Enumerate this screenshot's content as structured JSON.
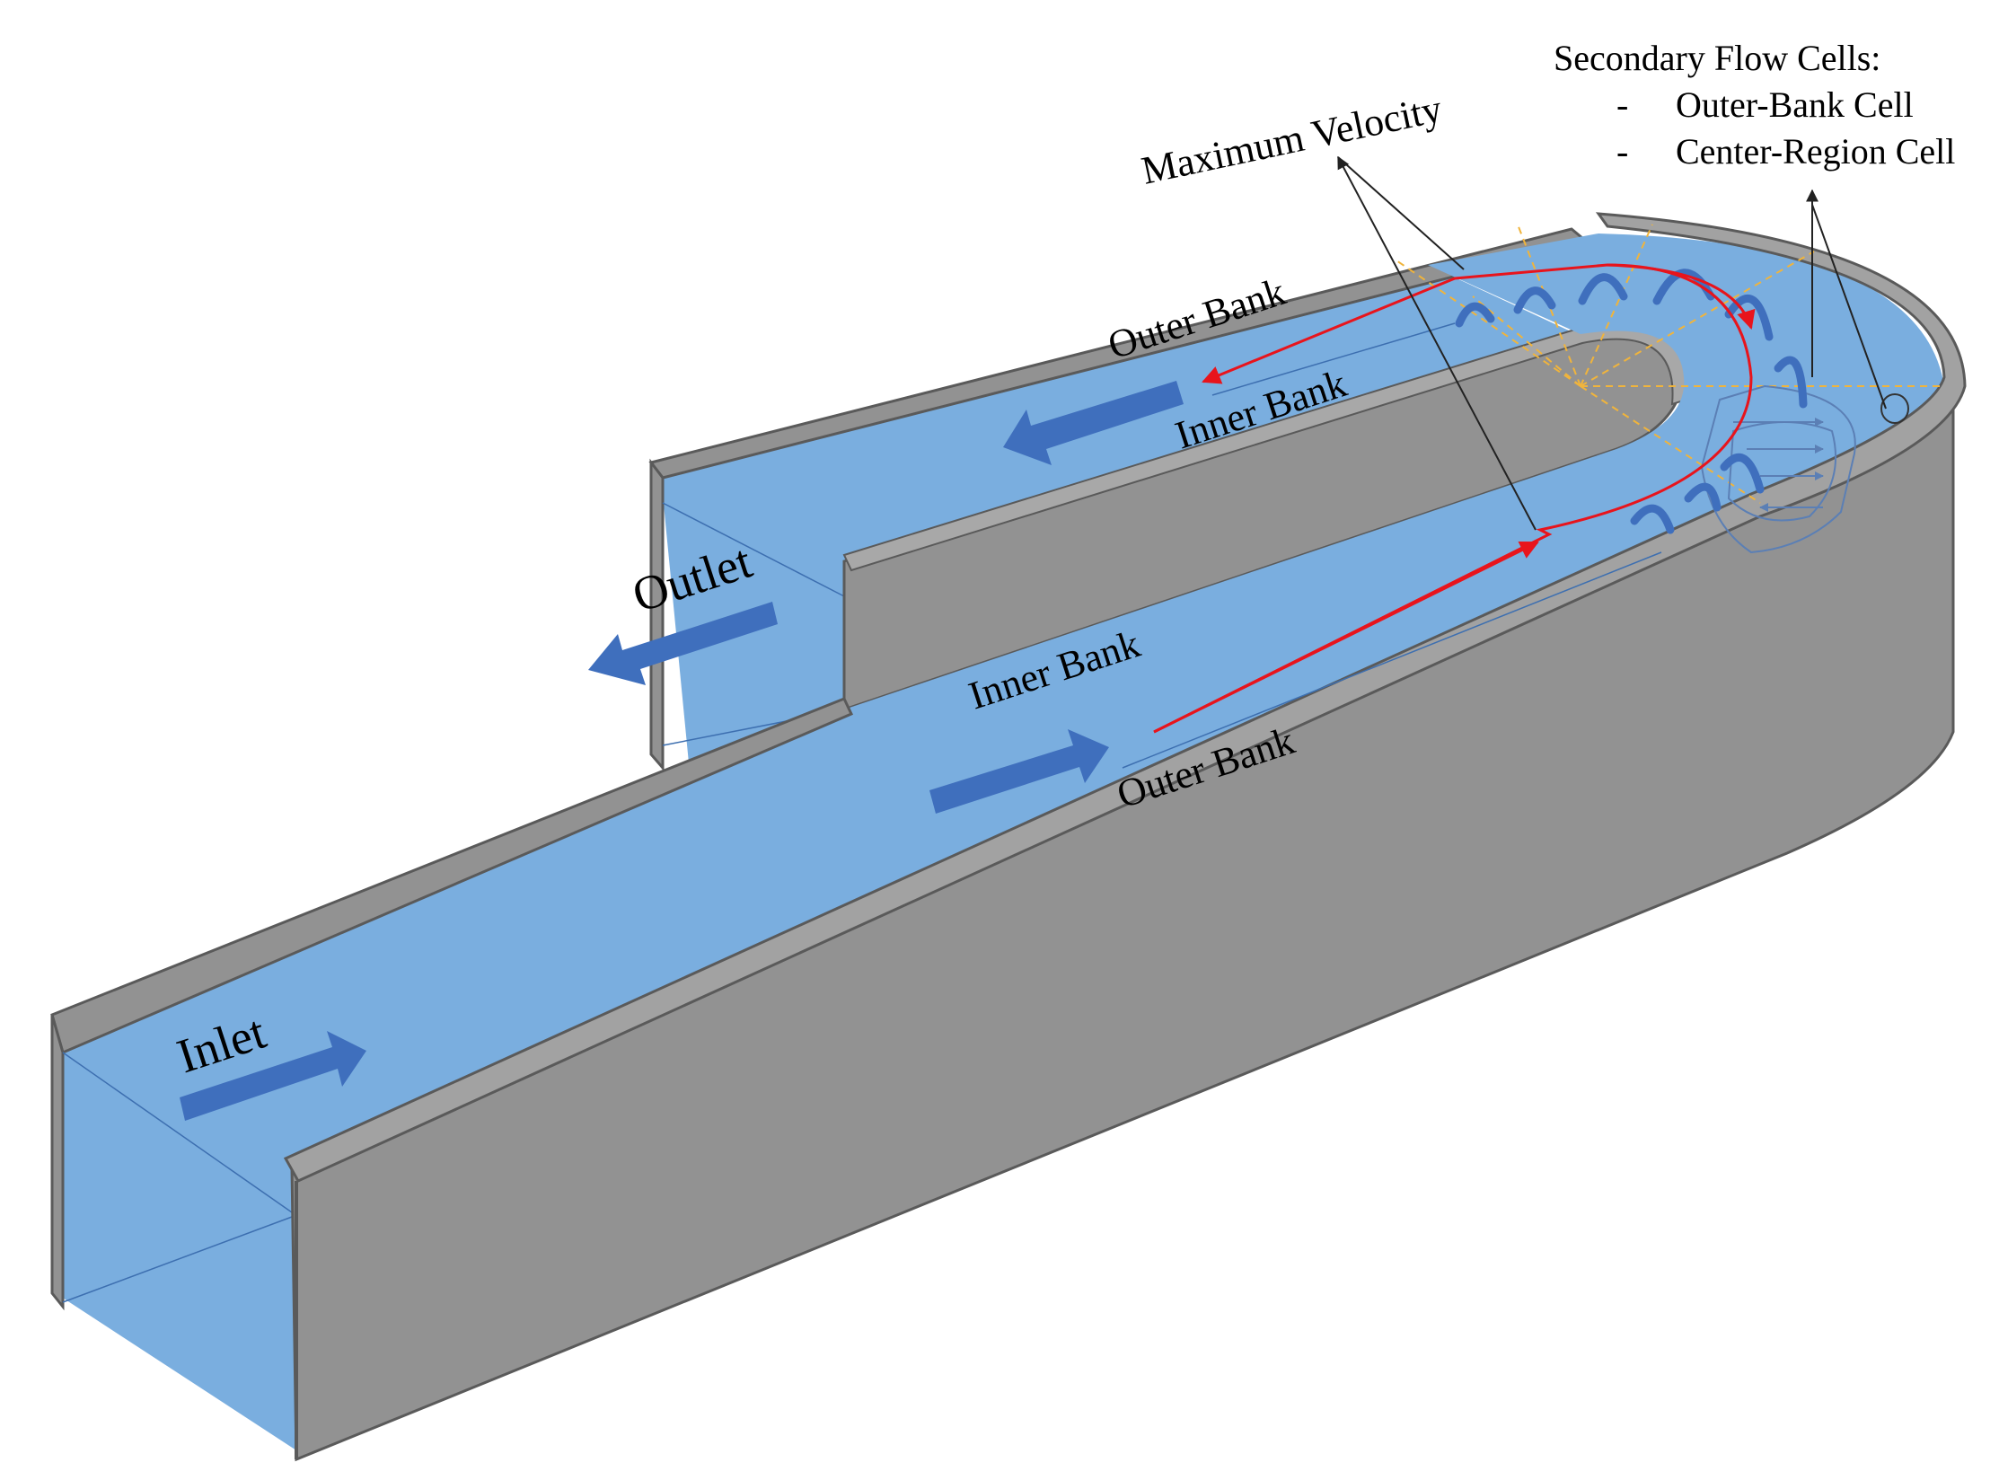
{
  "labels": {
    "inlet": "Inlet",
    "outlet": "Outlet",
    "inner_bank_top": "Inner Bank",
    "outer_bank_top": "Outer Bank",
    "inner_bank_mid": "Inner Bank",
    "outer_bank_mid": "Outer Bank",
    "maximum_velocity": "Maximum Velocity"
  },
  "legend": {
    "title": "Secondary Flow Cells:",
    "items": [
      {
        "bullet": "-",
        "label": "Outer-Bank Cell"
      },
      {
        "bullet": "-",
        "label": "Center-Region Cell"
      }
    ]
  },
  "colors": {
    "water": "#7aaedf",
    "wall": "#929292",
    "wall_edge": "#5a5a5a",
    "flow_arrow": "#3f6fbd",
    "max_velocity_line": "#e8141c",
    "guide_line": "#f0b43c"
  }
}
